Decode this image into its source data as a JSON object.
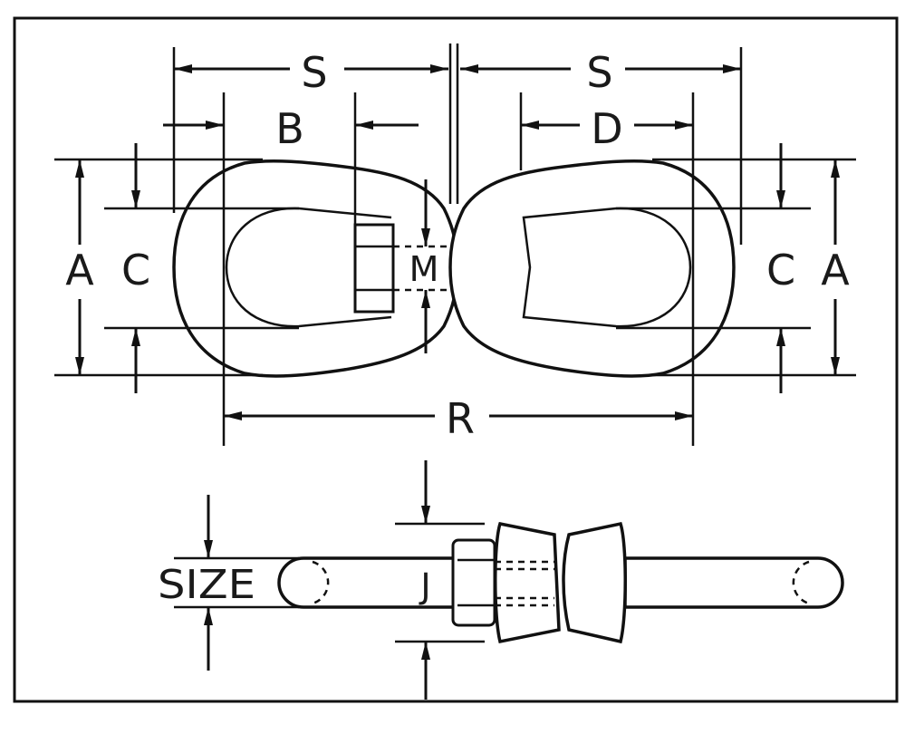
{
  "diagram": {
    "labels": {
      "s_left": "S",
      "s_right": "S",
      "b": "B",
      "d": "D",
      "m": "M",
      "r": "R",
      "a_left": "A",
      "a_right": "A",
      "c_left": "C",
      "c_right": "C",
      "j": "J",
      "size": "SIZE"
    }
  }
}
